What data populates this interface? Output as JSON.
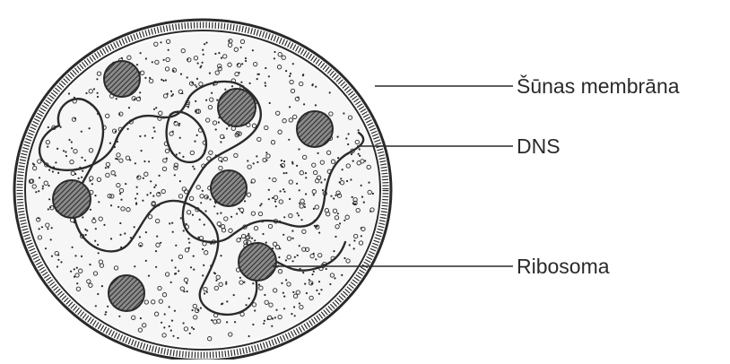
{
  "labels": {
    "membrane": "Šūnas membrāna",
    "dna": "DNS",
    "ribosome": "Ribosoma"
  },
  "colors": {
    "ink": "#2a2a2a",
    "cytoplasm_fill": "#f6f6f6",
    "body_fill": "#6e6e6e",
    "paper": "#ffffff"
  },
  "icons": {
    "membrane": "cell-membrane-ring",
    "dna": "dna-strand",
    "ribosome": "ribosome-granule"
  }
}
